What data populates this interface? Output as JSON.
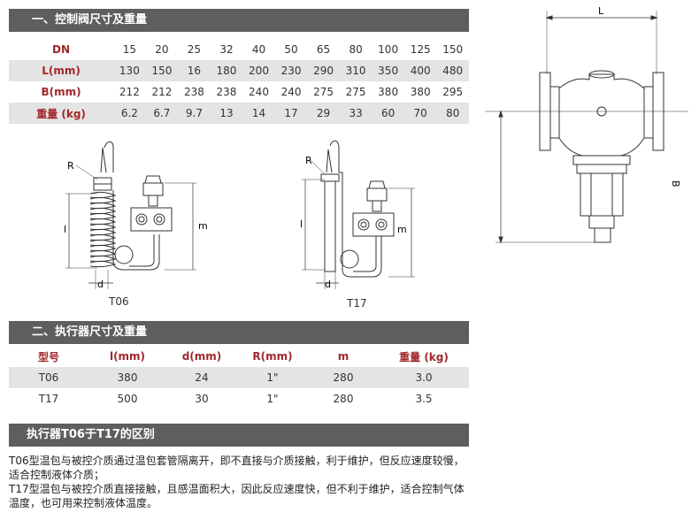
{
  "section1": {
    "title": "一、控制阀尺寸及重量"
  },
  "valve_table": {
    "rows": [
      {
        "label": "DN",
        "values": [
          "15",
          "20",
          "25",
          "32",
          "40",
          "50",
          "65",
          "80",
          "100",
          "125",
          "150"
        ]
      },
      {
        "label": "L(mm)",
        "values": [
          "130",
          "150",
          "16",
          "180",
          "200",
          "230",
          "290",
          "310",
          "350",
          "400",
          "480"
        ]
      },
      {
        "label": "B(mm)",
        "values": [
          "212",
          "212",
          "238",
          "238",
          "240",
          "240",
          "275",
          "275",
          "380",
          "380",
          "295"
        ]
      },
      {
        "label": "重量 (kg)",
        "values": [
          "6.2",
          "6.7",
          "9.7",
          "13",
          "14",
          "17",
          "29",
          "33",
          "60",
          "70",
          "80"
        ]
      }
    ]
  },
  "diagram_labels": {
    "L": "L",
    "B": "B",
    "t06": {
      "caption": "T06",
      "R": "R",
      "l": "l",
      "d": "d",
      "m": "m"
    },
    "t17": {
      "caption": "T17",
      "R": "R",
      "l": "l",
      "d": "d",
      "m": "m"
    }
  },
  "section2": {
    "title": "二、执行器尺寸及重量"
  },
  "actuator_table": {
    "headers": [
      "型号",
      "l(mm)",
      "d(mm)",
      "R(mm)",
      "m",
      "重量 (kg)"
    ],
    "rows": [
      [
        "T06",
        "380",
        "24",
        "1\"",
        "280",
        "3.0"
      ],
      [
        "T17",
        "500",
        "30",
        "1\"",
        "280",
        "3.5"
      ]
    ]
  },
  "section3": {
    "title": "执行器T06于T17的区别",
    "lines": [
      "T06型温包与被控介质通过温包套管隔离开，即不直接与介质接触，利于维护，但反应速度较慢，",
      "适合控制液体介质；",
      "T17型温包与被控介质直接接触，且感温面积大，因此反应速度快，但不利于维护，适合控制气体",
      "温度，也可用来控制液体温度。"
    ]
  }
}
